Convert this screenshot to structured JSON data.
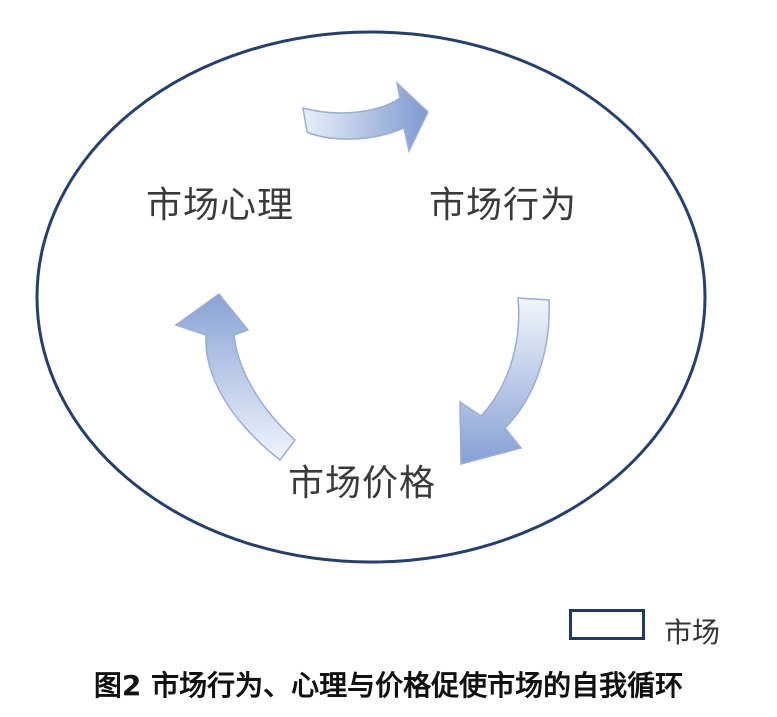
{
  "diagram": {
    "nodes": {
      "psychology": "市场心理",
      "behavior": "市场行为",
      "price": "市场价格"
    },
    "legend": {
      "label": "市场"
    },
    "caption": "图2  市场行为、心理与价格促使市场的自我循环"
  },
  "colors": {
    "ellipse_stroke": "#25406e",
    "arrow_light": "#e8eef8",
    "arrow_dark": "#7f9bd2",
    "arrow_stroke": "#9aaed4"
  }
}
